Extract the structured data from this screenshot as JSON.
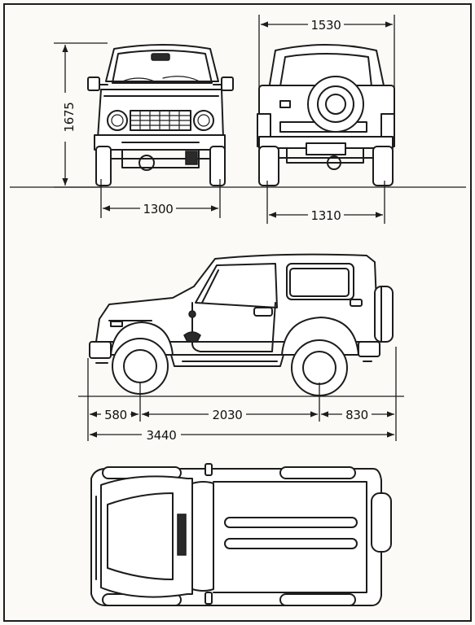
{
  "dimensions": {
    "front_height": "1675",
    "front_track": "1300",
    "rear_width": "1530",
    "rear_track": "1310",
    "front_overhang": "580",
    "wheelbase": "2030",
    "rear_overhang": "830",
    "overall_length": "3440"
  },
  "colors": {
    "line": "#1c1c1c",
    "paper": "#fbfaf6",
    "frame": "#1c1c1c"
  }
}
